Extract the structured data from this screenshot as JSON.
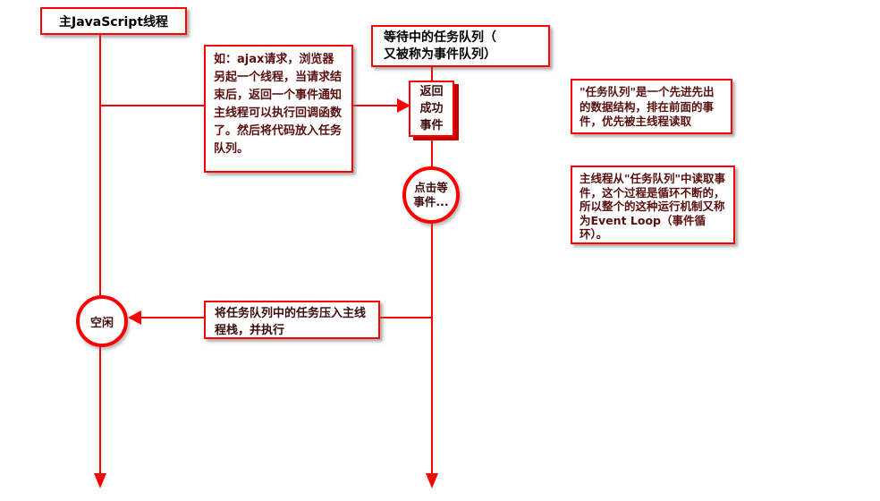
{
  "colors": {
    "accent": "#ff0000",
    "note_text": "#5a0f0f",
    "background": "#ffffff"
  },
  "nodes": {
    "main_thread": {
      "label": "主JavaScript线程"
    },
    "task_queue": {
      "label": "等待中的任务队列（\n又被称为事件队列）"
    },
    "ajax_note": {
      "text": "如：ajax请求，浏览器另起一个线程，当请求结束后，返回一个事件通知主线程可以执行回调函数了。然后将代码放入任务队列。"
    },
    "success_event": {
      "label": "返回\n成功\n事件"
    },
    "click_event": {
      "label": "点击等\n事件..."
    },
    "fifo_note": {
      "text": "\"任务队列\"是一个先进先出的数据结构，排在前面的事件，优先被主线程读取"
    },
    "event_loop_note": {
      "text": "主线程从\"任务队列\"中读取事件，这个过程是循环不断的，所以整个的这种运行机制又称为Event Loop（事件循环）。"
    },
    "idle": {
      "label": "空闲"
    },
    "push_task": {
      "text": "将任务队列中的任务压入主线程栈，并执行"
    }
  }
}
